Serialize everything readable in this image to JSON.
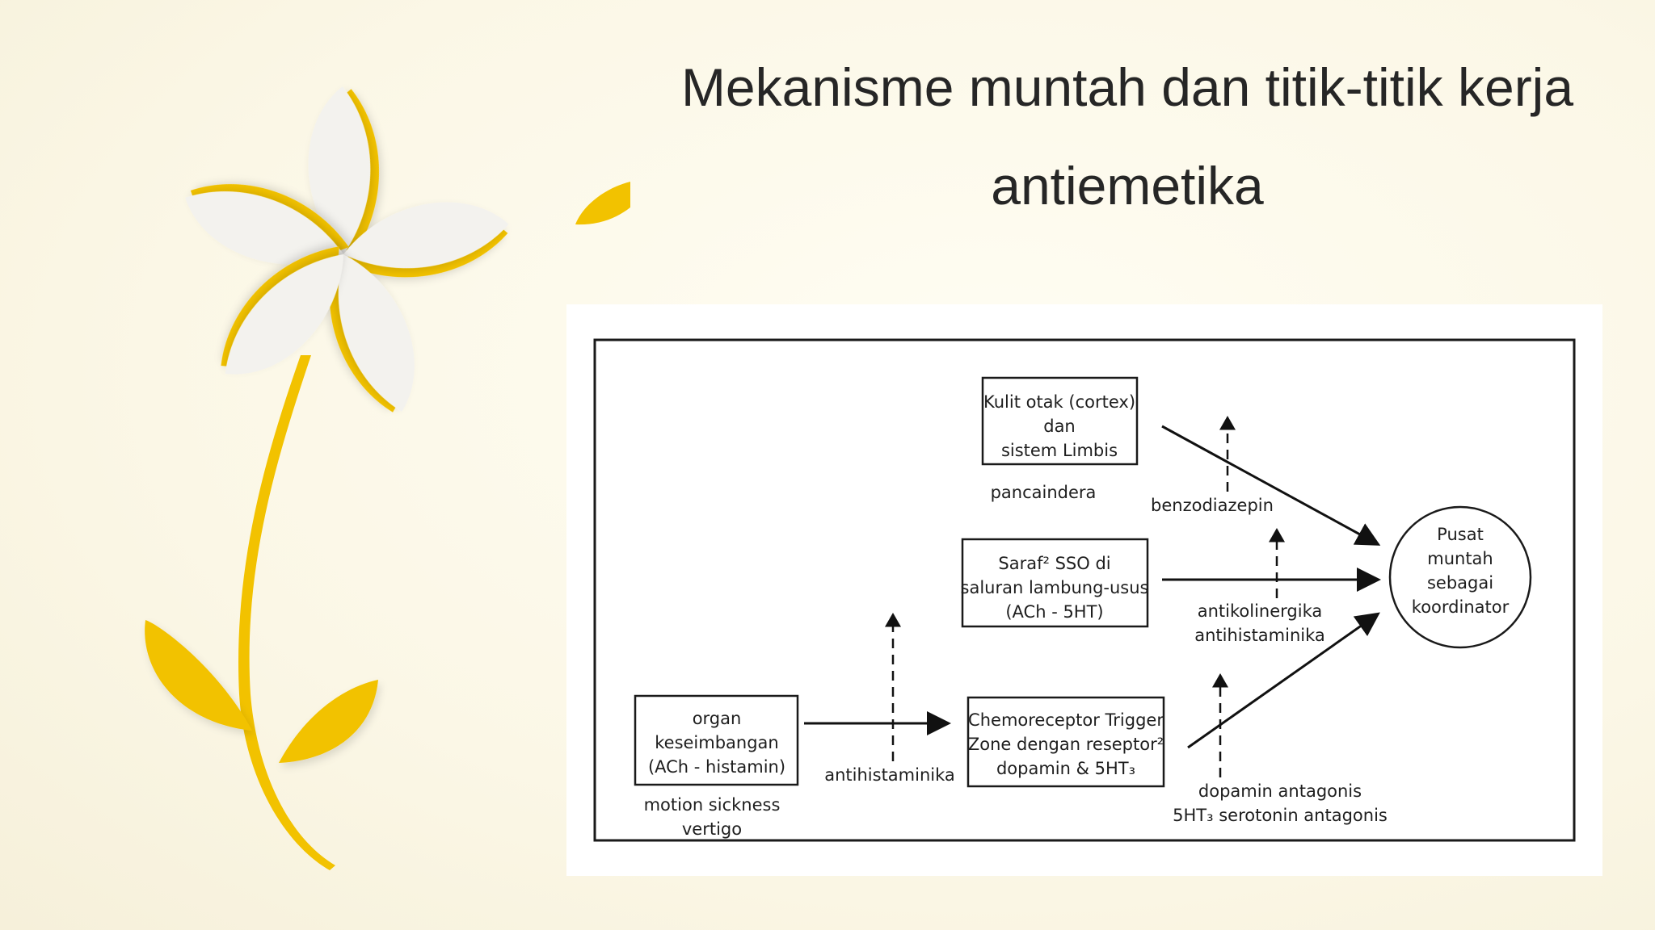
{
  "slide": {
    "title_line1": "Mekanisme muntah dan titik-titik kerja",
    "title_line2": "antiemetika"
  },
  "diagram": {
    "cortex_box": {
      "line1": "Kulit otak (cortex)",
      "line2": "dan",
      "line3": "sistem Limbis"
    },
    "cortex_note": "pancaindera",
    "sso_box": {
      "line1": "Saraf² SSO di",
      "line2": "saluran lambung-usus",
      "line3": "(ACh - 5HT)"
    },
    "organ_box": {
      "line1": "organ",
      "line2": "keseimbangan",
      "line3": "(ACh - histamin)"
    },
    "organ_note": {
      "line1": "motion sickness",
      "line2": "vertigo"
    },
    "ctz_box": {
      "line1": "Chemoreceptor Trigger",
      "line2": "Zone dengan reseptor²",
      "line3": "dopamin & 5HT₃"
    },
    "center": {
      "line1": "Pusat",
      "line2": "muntah",
      "line3": "sebagai",
      "line4": "koordinator"
    },
    "drug_benzo": "benzodiazepin",
    "drug_antichol": {
      "line1": "antikolinergika",
      "line2": "antihistaminika"
    },
    "drug_antihist": "antihistaminika",
    "drug_dopamin": {
      "line1": "dopamin antagonis",
      "line2": "5HT₃ serotonin antagonis"
    }
  },
  "colors": {
    "petal_yellow": "#f2c200",
    "petal_white": "#f3f2ee",
    "title": "#262626"
  },
  "icons": [
    "flower-decoration",
    "leaf-decoration"
  ]
}
